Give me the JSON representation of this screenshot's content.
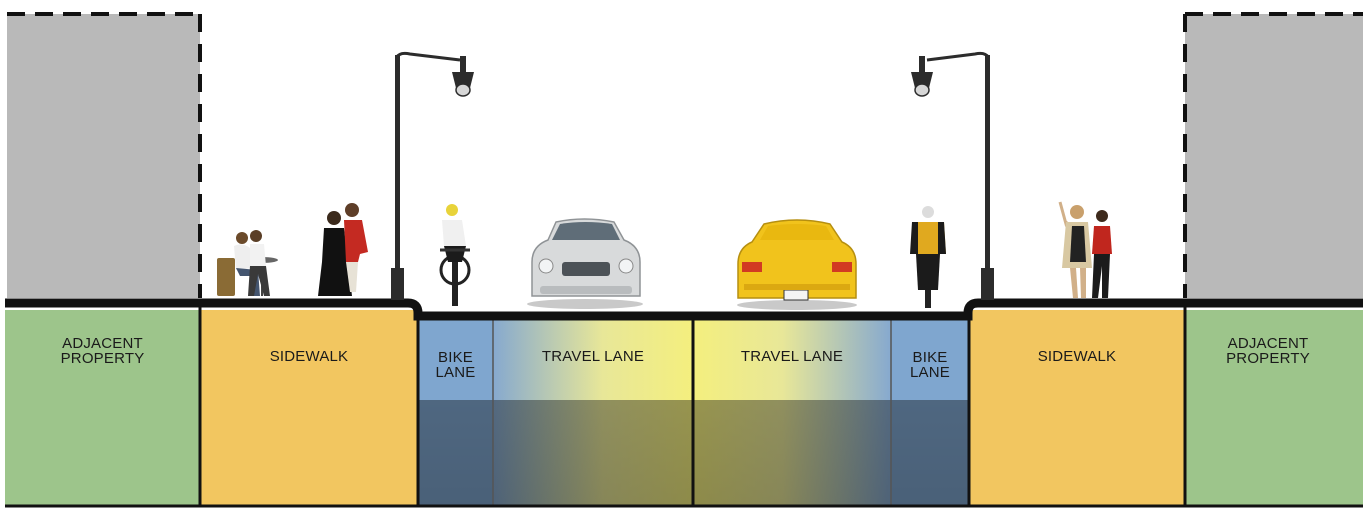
{
  "zones": [
    {
      "id": "adjacent-left",
      "label": "ADJACENT\nPROPERTY",
      "color": "#9dc58b"
    },
    {
      "id": "sidewalk-left",
      "label": "SIDEWALK",
      "color": "#f2c660"
    },
    {
      "id": "bike-left",
      "label": "BIKE\nLANE",
      "color": "#7fa6cf"
    },
    {
      "id": "travel-left",
      "label": "TRAVEL LANE",
      "color": "#f1ec8e"
    },
    {
      "id": "travel-right",
      "label": "TRAVEL LANE",
      "color": "#f1ec8e"
    },
    {
      "id": "bike-right",
      "label": "BIKE\nLANE",
      "color": "#7fa6cf"
    },
    {
      "id": "sidewalk-right",
      "label": "SIDEWALK",
      "color": "#f2c660"
    },
    {
      "id": "adjacent-right",
      "label": "ADJACENT\nPROPERTY",
      "color": "#9dc58b"
    }
  ],
  "colors": {
    "building": "#b9b9b9",
    "curb": "#111111",
    "subsurface_shade": "#3f4a5a",
    "car_left": "#d8dadb",
    "car_right": "#f1c31c",
    "lamp_post": "#2c2c2c"
  },
  "icons": [
    "street-lamp-icon",
    "pedestrian-icon",
    "cyclist-icon",
    "car-icon",
    "cafe-table-icon"
  ]
}
